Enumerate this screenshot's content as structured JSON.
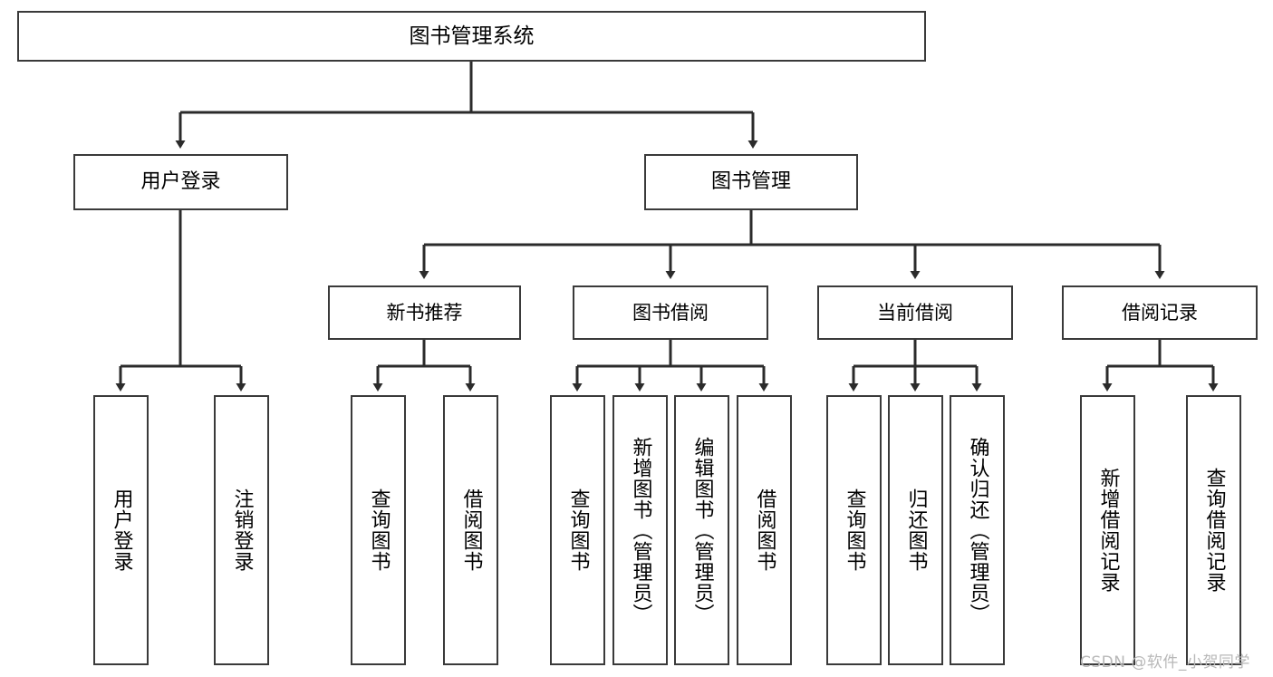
{
  "diagram": {
    "title": "图书管理系统",
    "type": "function-hierarchy-tree",
    "watermark": "CSDN @软件_小贺同学",
    "colors": {
      "box_border": "#3a3a3a",
      "box_fill": "#ffffff",
      "edge": "#2b2b2b",
      "text": "#000000",
      "watermark": "#b8b8b8"
    },
    "nodes": {
      "root": {
        "label": "图书管理系统"
      },
      "level2": [
        {
          "id": "user-login",
          "label": "用户登录"
        },
        {
          "id": "book-manage",
          "label": "图书管理"
        }
      ],
      "level3": [
        {
          "id": "new-book-rec",
          "label": "新书推荐"
        },
        {
          "id": "book-borrow",
          "label": "图书借阅"
        },
        {
          "id": "current-borrow",
          "label": "当前借阅"
        },
        {
          "id": "borrow-record",
          "label": "借阅记录"
        }
      ],
      "leaves": {
        "user_login": [
          {
            "id": "leaf-user-login",
            "label": "用户登录"
          },
          {
            "id": "leaf-logout-login",
            "label": "注销登录"
          }
        ],
        "new_book_rec": [
          {
            "id": "leaf-query-book-1",
            "label": "查询图书"
          },
          {
            "id": "leaf-borrow-book-1",
            "label": "借阅图书"
          }
        ],
        "book_borrow": [
          {
            "id": "leaf-query-book-2",
            "label": "查询图书"
          },
          {
            "id": "leaf-add-book",
            "label": "新增图书（管理员）"
          },
          {
            "id": "leaf-edit-book",
            "label": "编辑图书（管理员）"
          },
          {
            "id": "leaf-borrow-book-2",
            "label": "借阅图书"
          }
        ],
        "current_borrow": [
          {
            "id": "leaf-query-book-3",
            "label": "查询图书"
          },
          {
            "id": "leaf-return-book",
            "label": "归还图书"
          },
          {
            "id": "leaf-confirm-return",
            "label": "确认归还（管理员）"
          }
        ],
        "borrow_record": [
          {
            "id": "leaf-add-record",
            "label": "新增借阅记录"
          },
          {
            "id": "leaf-query-record",
            "label": "查询借阅记录"
          }
        ]
      }
    }
  }
}
